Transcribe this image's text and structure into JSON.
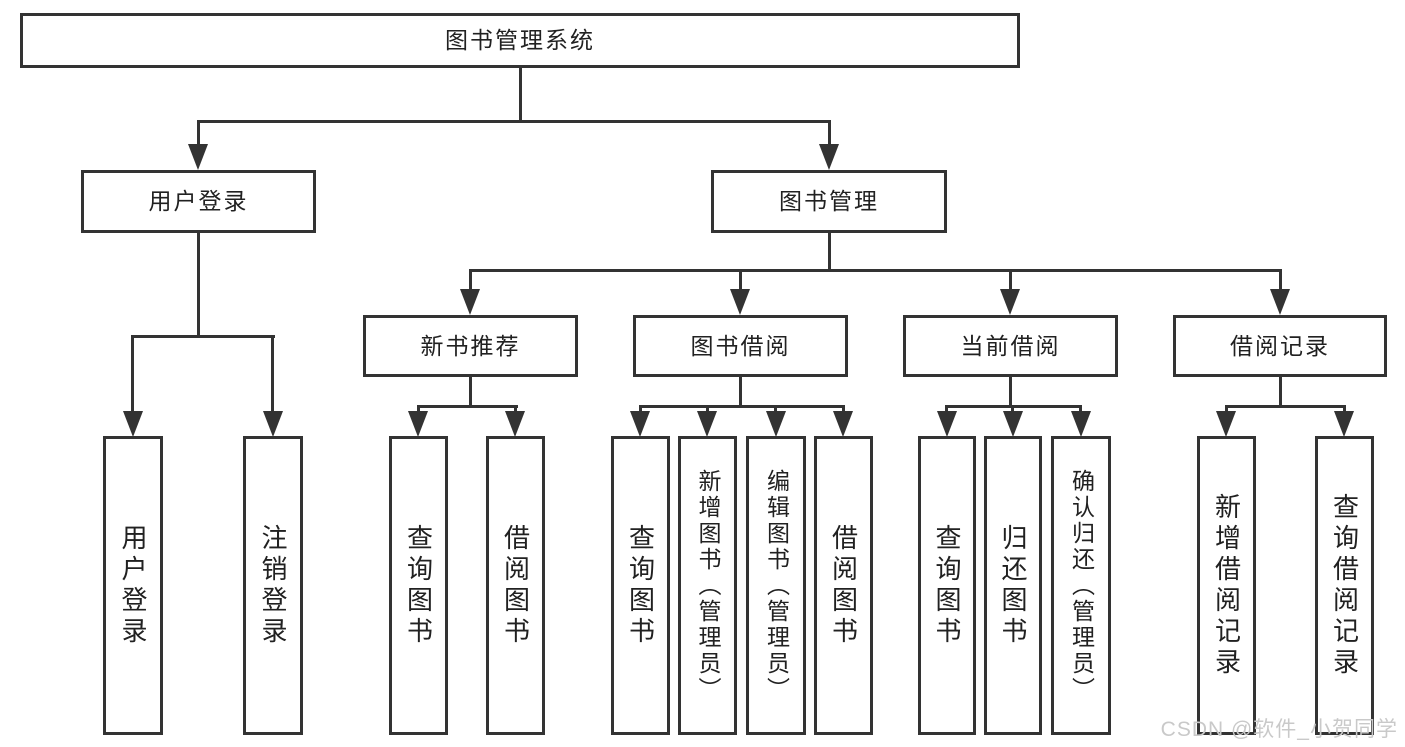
{
  "colors": {
    "line": "#333333",
    "text": "#212121",
    "background": "#ffffff",
    "watermark": "#c9c9c9"
  },
  "tree": {
    "label": "图书管理系统",
    "children": [
      {
        "label": "用户登录",
        "children": [
          {
            "label": "用户登录"
          },
          {
            "label": "注销登录"
          }
        ]
      },
      {
        "label": "图书管理",
        "children": [
          {
            "label": "新书推荐",
            "children": [
              {
                "label": "查询图书"
              },
              {
                "label": "借阅图书"
              }
            ]
          },
          {
            "label": "图书借阅",
            "children": [
              {
                "label": "查询图书"
              },
              {
                "label": "新增图书（管理员）"
              },
              {
                "label": "编辑图书（管理员）"
              },
              {
                "label": "借阅图书"
              }
            ]
          },
          {
            "label": "当前借阅",
            "children": [
              {
                "label": "查询图书"
              },
              {
                "label": "归还图书"
              },
              {
                "label": "确认归还（管理员）"
              }
            ]
          },
          {
            "label": "借阅记录",
            "children": [
              {
                "label": "新增借阅记录"
              },
              {
                "label": "查询借阅记录"
              }
            ]
          }
        ]
      }
    ]
  },
  "watermark": {
    "text": "CSDN @软件_小贺同学"
  }
}
